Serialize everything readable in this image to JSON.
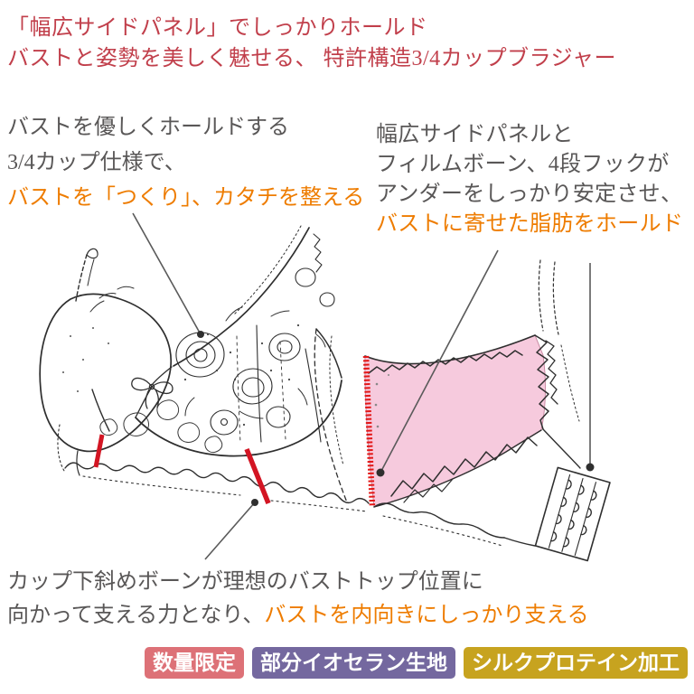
{
  "header": {
    "line1": "「幅広サイドパネル」でしっかりホールド",
    "line2": "バストと姿勢を美しく魅せる、 特許構造3/4カップブラジャー"
  },
  "annotations": {
    "left": {
      "line1": "バストを優しくホールドする",
      "line2": "3/4カップ仕様で、",
      "highlight": "バストを「つくり」、カタチを整える"
    },
    "right": {
      "line1": "幅広サイドパネルと",
      "line2": "フィルムボーン、4段フックが",
      "line3": "アンダーをしっかり安定させ、",
      "highlight": "バストに寄せた脂肪をホールド"
    },
    "bottom": {
      "line1": "カップ下斜めボーンが理想のバストトップ位置に",
      "line2_gray": "向かって支える力となり、",
      "line2_highlight": "バストを内向きにしっかり支える"
    }
  },
  "badges": [
    {
      "label": "数量限定",
      "color": "#dd7177"
    },
    {
      "label": "部分イオセラン生地",
      "color": "#74689f"
    },
    {
      "label": "シルクプロテイン加工",
      "color": "#c7a31f"
    }
  ],
  "figure": {
    "type": "annotated line-art illustration of a 3/4 cup brassiere",
    "highlighted_part": "幅広サイドパネル",
    "panel_fill": "#f6cadd",
    "accent_red": "#d31523",
    "callout_dots": 4
  },
  "theme": {
    "heading_red": "#c13f4b",
    "text_gray": "#595757",
    "highlight_orange": "#ee7c00",
    "sketch_ink": "#2f2f2f"
  }
}
